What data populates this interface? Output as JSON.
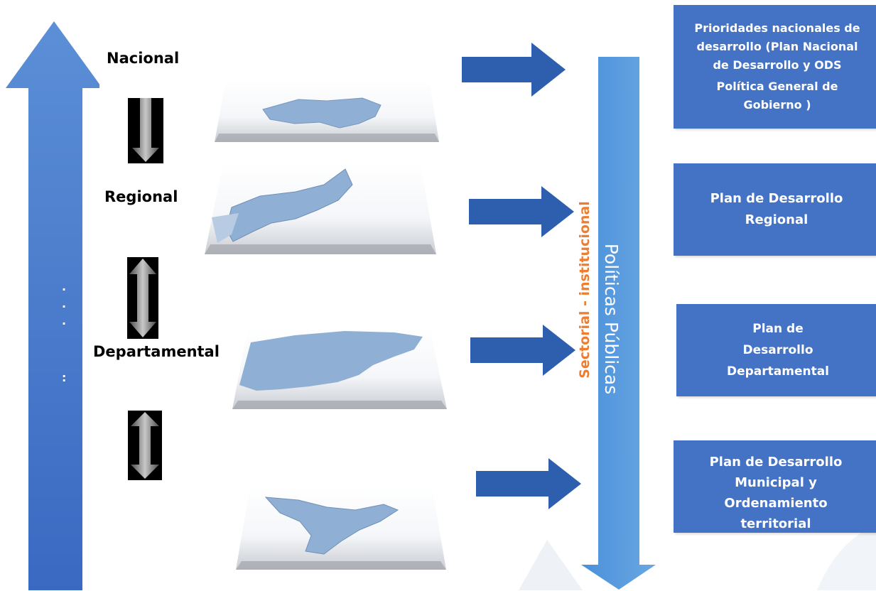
{
  "levels": {
    "nacional": "Nacional",
    "regional": "Regional",
    "departamental": "Departamental"
  },
  "vertical_arrow_labels": {
    "sectorial": "Sectorial - institucional",
    "politicas": "Políticas Públicas"
  },
  "plans": [
    {
      "line1": "Prioridades nacionales de",
      "line2": "desarrollo (Plan Nacional",
      "line3": "de Desarrollo y ODS",
      "line4": "Política General de",
      "line5": "Gobierno )"
    },
    {
      "line1": "Plan de Desarrollo",
      "line2": "Regional"
    },
    {
      "line1": "Plan de",
      "line2": "Desarrollo",
      "line3": "Departamental"
    },
    {
      "line1": "Plan de Desarrollo",
      "line2": "Municipal y",
      "line3": "Ordenamiento",
      "line4": "territorial"
    }
  ],
  "dots": {
    "a": ".",
    "b": ".",
    "c": ".",
    "d": ":"
  },
  "colors": {
    "big_arrow": "#4472c4",
    "plan_box": "#4472c4",
    "right_arrow": "#2e5fae",
    "policy_arrow": "#4a90d9",
    "sectorial_text": "#ed7d31",
    "map_fill": "#8fb0d4"
  },
  "icons": {
    "level_arrow": "double-arrow-icon",
    "right_arrow": "arrow-right-icon",
    "up_arrow": "arrow-up-icon",
    "down_arrow": "arrow-down-icon",
    "map": "map-icon"
  }
}
